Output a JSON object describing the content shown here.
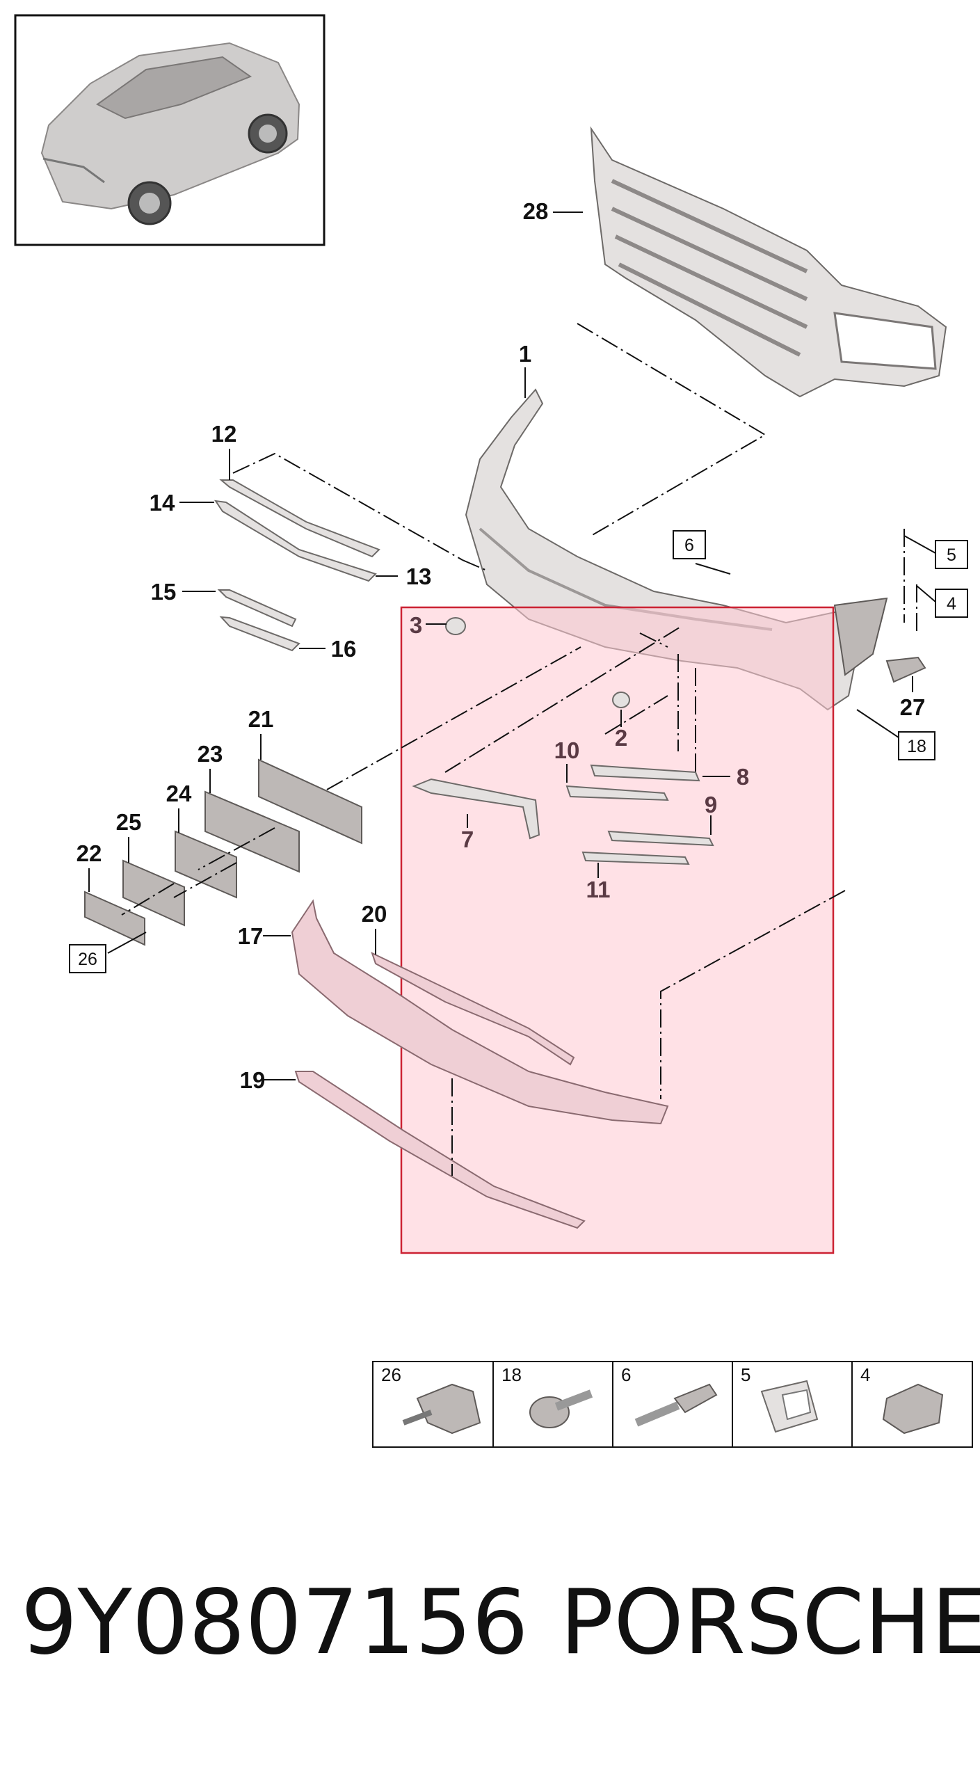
{
  "diagram": {
    "callouts": [
      {
        "id": "c1",
        "text": "1"
      },
      {
        "id": "c2",
        "text": "2"
      },
      {
        "id": "c3",
        "text": "3"
      },
      {
        "id": "c7",
        "text": "7"
      },
      {
        "id": "c8",
        "text": "8"
      },
      {
        "id": "c9",
        "text": "9"
      },
      {
        "id": "c10",
        "text": "10"
      },
      {
        "id": "c11",
        "text": "11"
      },
      {
        "id": "c12",
        "text": "12"
      },
      {
        "id": "c13",
        "text": "13"
      },
      {
        "id": "c14",
        "text": "14"
      },
      {
        "id": "c15",
        "text": "15"
      },
      {
        "id": "c16",
        "text": "16"
      },
      {
        "id": "c17",
        "text": "17"
      },
      {
        "id": "c19",
        "text": "19"
      },
      {
        "id": "c20",
        "text": "20"
      },
      {
        "id": "c21",
        "text": "21"
      },
      {
        "id": "c22",
        "text": "22"
      },
      {
        "id": "c23",
        "text": "23"
      },
      {
        "id": "c24",
        "text": "24"
      },
      {
        "id": "c25",
        "text": "25"
      },
      {
        "id": "c27",
        "text": "27"
      },
      {
        "id": "c28",
        "text": "28"
      }
    ],
    "boxed_callouts": [
      {
        "id": "b6",
        "text": "6"
      },
      {
        "id": "b5",
        "text": "5"
      },
      {
        "id": "b4",
        "text": "4"
      },
      {
        "id": "b18",
        "text": "18"
      },
      {
        "id": "b26",
        "text": "26"
      }
    ],
    "fastener_table": [
      {
        "label": "26",
        "icon": "push-rivet-icon"
      },
      {
        "label": "18",
        "icon": "screw-icon"
      },
      {
        "label": "6",
        "icon": "expanding-clip-icon"
      },
      {
        "label": "5",
        "icon": "bracket-clip-icon"
      },
      {
        "label": "4",
        "icon": "retainer-nut-icon"
      }
    ],
    "highlight_color": "#ffc8d2"
  },
  "footer": {
    "part_number": "9Y0807156",
    "brand": "PORSCHE"
  }
}
